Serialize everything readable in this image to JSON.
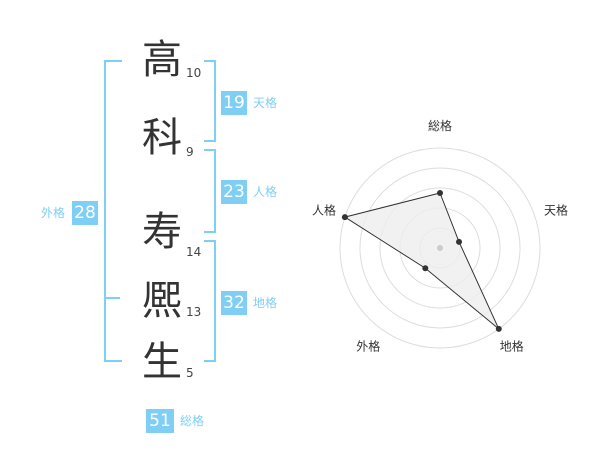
{
  "name_chars": [
    {
      "char": "高",
      "strokes": "10"
    },
    {
      "char": "科",
      "strokes": "9"
    },
    {
      "char": "寿",
      "strokes": "14"
    },
    {
      "char": "熈",
      "strokes": "13"
    },
    {
      "char": "生",
      "strokes": "5"
    }
  ],
  "kakusu": {
    "tenkaku": {
      "value": "19",
      "label": "天格"
    },
    "jinkaku": {
      "value": "23",
      "label": "人格"
    },
    "chikaku": {
      "value": "32",
      "label": "地格"
    },
    "gaikaku": {
      "value": "28",
      "label": "外格"
    },
    "soukaku": {
      "value": "51",
      "label": "総格"
    }
  },
  "radar": {
    "axes": [
      "総格",
      "天格",
      "地格",
      "外格",
      "人格"
    ],
    "values": [
      0.55,
      0.2,
      1.0,
      0.25,
      1.0
    ],
    "max": 1.0,
    "ring_count": 5,
    "colors": {
      "grid": "#dddddd",
      "polygon_fill": "#eeeeee",
      "polygon_stroke": "#333333",
      "point": "#333333",
      "center": "#cccccc",
      "accent": "#7fcff5"
    }
  }
}
